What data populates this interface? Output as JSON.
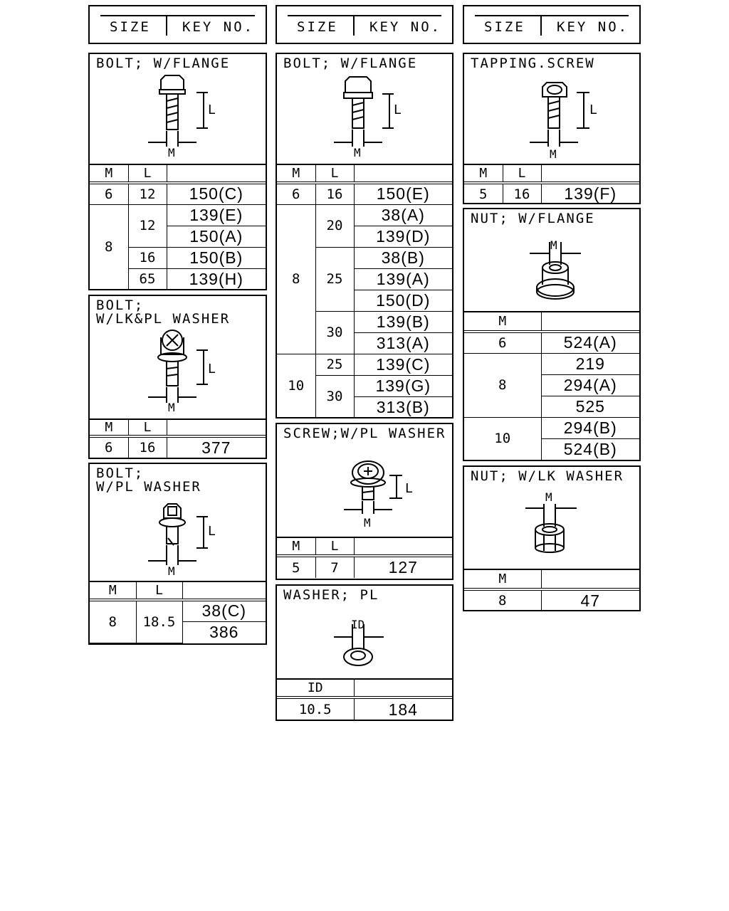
{
  "header": {
    "size_label": "SIZE",
    "key_label": "KEY NO."
  },
  "col_m": "M",
  "col_l": "L",
  "col_id": "ID",
  "dim_l": "L",
  "dim_m": "M",
  "dim_id": "ID",
  "bolt_flange_1": {
    "title": "BOLT; W/FLANGE",
    "rows": [
      {
        "m": "6",
        "l": "12",
        "key": "150(C)"
      },
      {
        "m": "8",
        "l": "12",
        "key": "139(E)"
      },
      {
        "key": "150(A)"
      },
      {
        "l": "16",
        "key": "150(B)"
      },
      {
        "l": "65",
        "key": "139(H)"
      }
    ]
  },
  "bolt_lk_pl": {
    "title": "BOLT;\nW/LK&PL WASHER",
    "rows": [
      {
        "m": "6",
        "l": "16",
        "key": "377"
      }
    ]
  },
  "bolt_pl": {
    "title": "BOLT;\nW/PL WASHER",
    "rows": [
      {
        "m": "8",
        "l": "18.5",
        "key": "38(C)"
      },
      {
        "key": "386"
      }
    ]
  },
  "bolt_flange_2": {
    "title": "BOLT; W/FLANGE",
    "rows": [
      {
        "m": "6",
        "l": "16",
        "key": "150(E)"
      },
      {
        "m": "8",
        "l": "20",
        "key": "38(A)"
      },
      {
        "key": "139(D)"
      },
      {
        "l": "25",
        "key": "38(B)"
      },
      {
        "key": "139(A)"
      },
      {
        "key": "150(D)"
      },
      {
        "l": "30",
        "key": "139(B)"
      },
      {
        "key": "313(A)"
      },
      {
        "m": "10",
        "l": "25",
        "key": "139(C)"
      },
      {
        "l": "30",
        "key": "139(G)"
      },
      {
        "key": "313(B)"
      }
    ]
  },
  "screw_pl": {
    "title": "SCREW;W/PL WASHER",
    "rows": [
      {
        "m": "5",
        "l": "7",
        "key": "127"
      }
    ]
  },
  "washer_pl": {
    "title": "WASHER; PL",
    "rows": [
      {
        "id": "10.5",
        "key": "184"
      }
    ]
  },
  "tapping_screw": {
    "title": "TAPPING.SCREW",
    "rows": [
      {
        "m": "5",
        "l": "16",
        "key": "139(F)"
      }
    ]
  },
  "nut_flange": {
    "title": "NUT; W/FLANGE",
    "rows": [
      {
        "m": "6",
        "key": "524(A)"
      },
      {
        "m": "8",
        "key": "219"
      },
      {
        "key": "294(A)"
      },
      {
        "key": "525"
      },
      {
        "m": "10",
        "key": "294(B)"
      },
      {
        "key": "524(B)"
      }
    ]
  },
  "nut_lk": {
    "title": "NUT; W/LK WASHER",
    "rows": [
      {
        "m": "8",
        "key": "47"
      }
    ]
  }
}
